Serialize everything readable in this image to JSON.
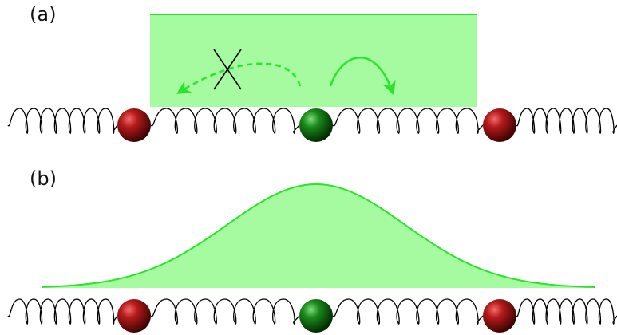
{
  "panels": [
    {
      "label": "(a)"
    },
    {
      "label": "(b)"
    }
  ],
  "colors": {
    "highlight_fill": "#a6fba0",
    "highlight_edge": "#27e627",
    "arrow": "#27e627",
    "cross": "#000000",
    "spring": "#000000",
    "mass_red": "#b11414",
    "mass_green": "#127e12"
  },
  "icons": {
    "blocked_arrow": "dashed-curved-arrow-left-crossed",
    "allowed_arrow": "curved-arrow-right",
    "forbidden_mark": "x-cross-icon"
  }
}
